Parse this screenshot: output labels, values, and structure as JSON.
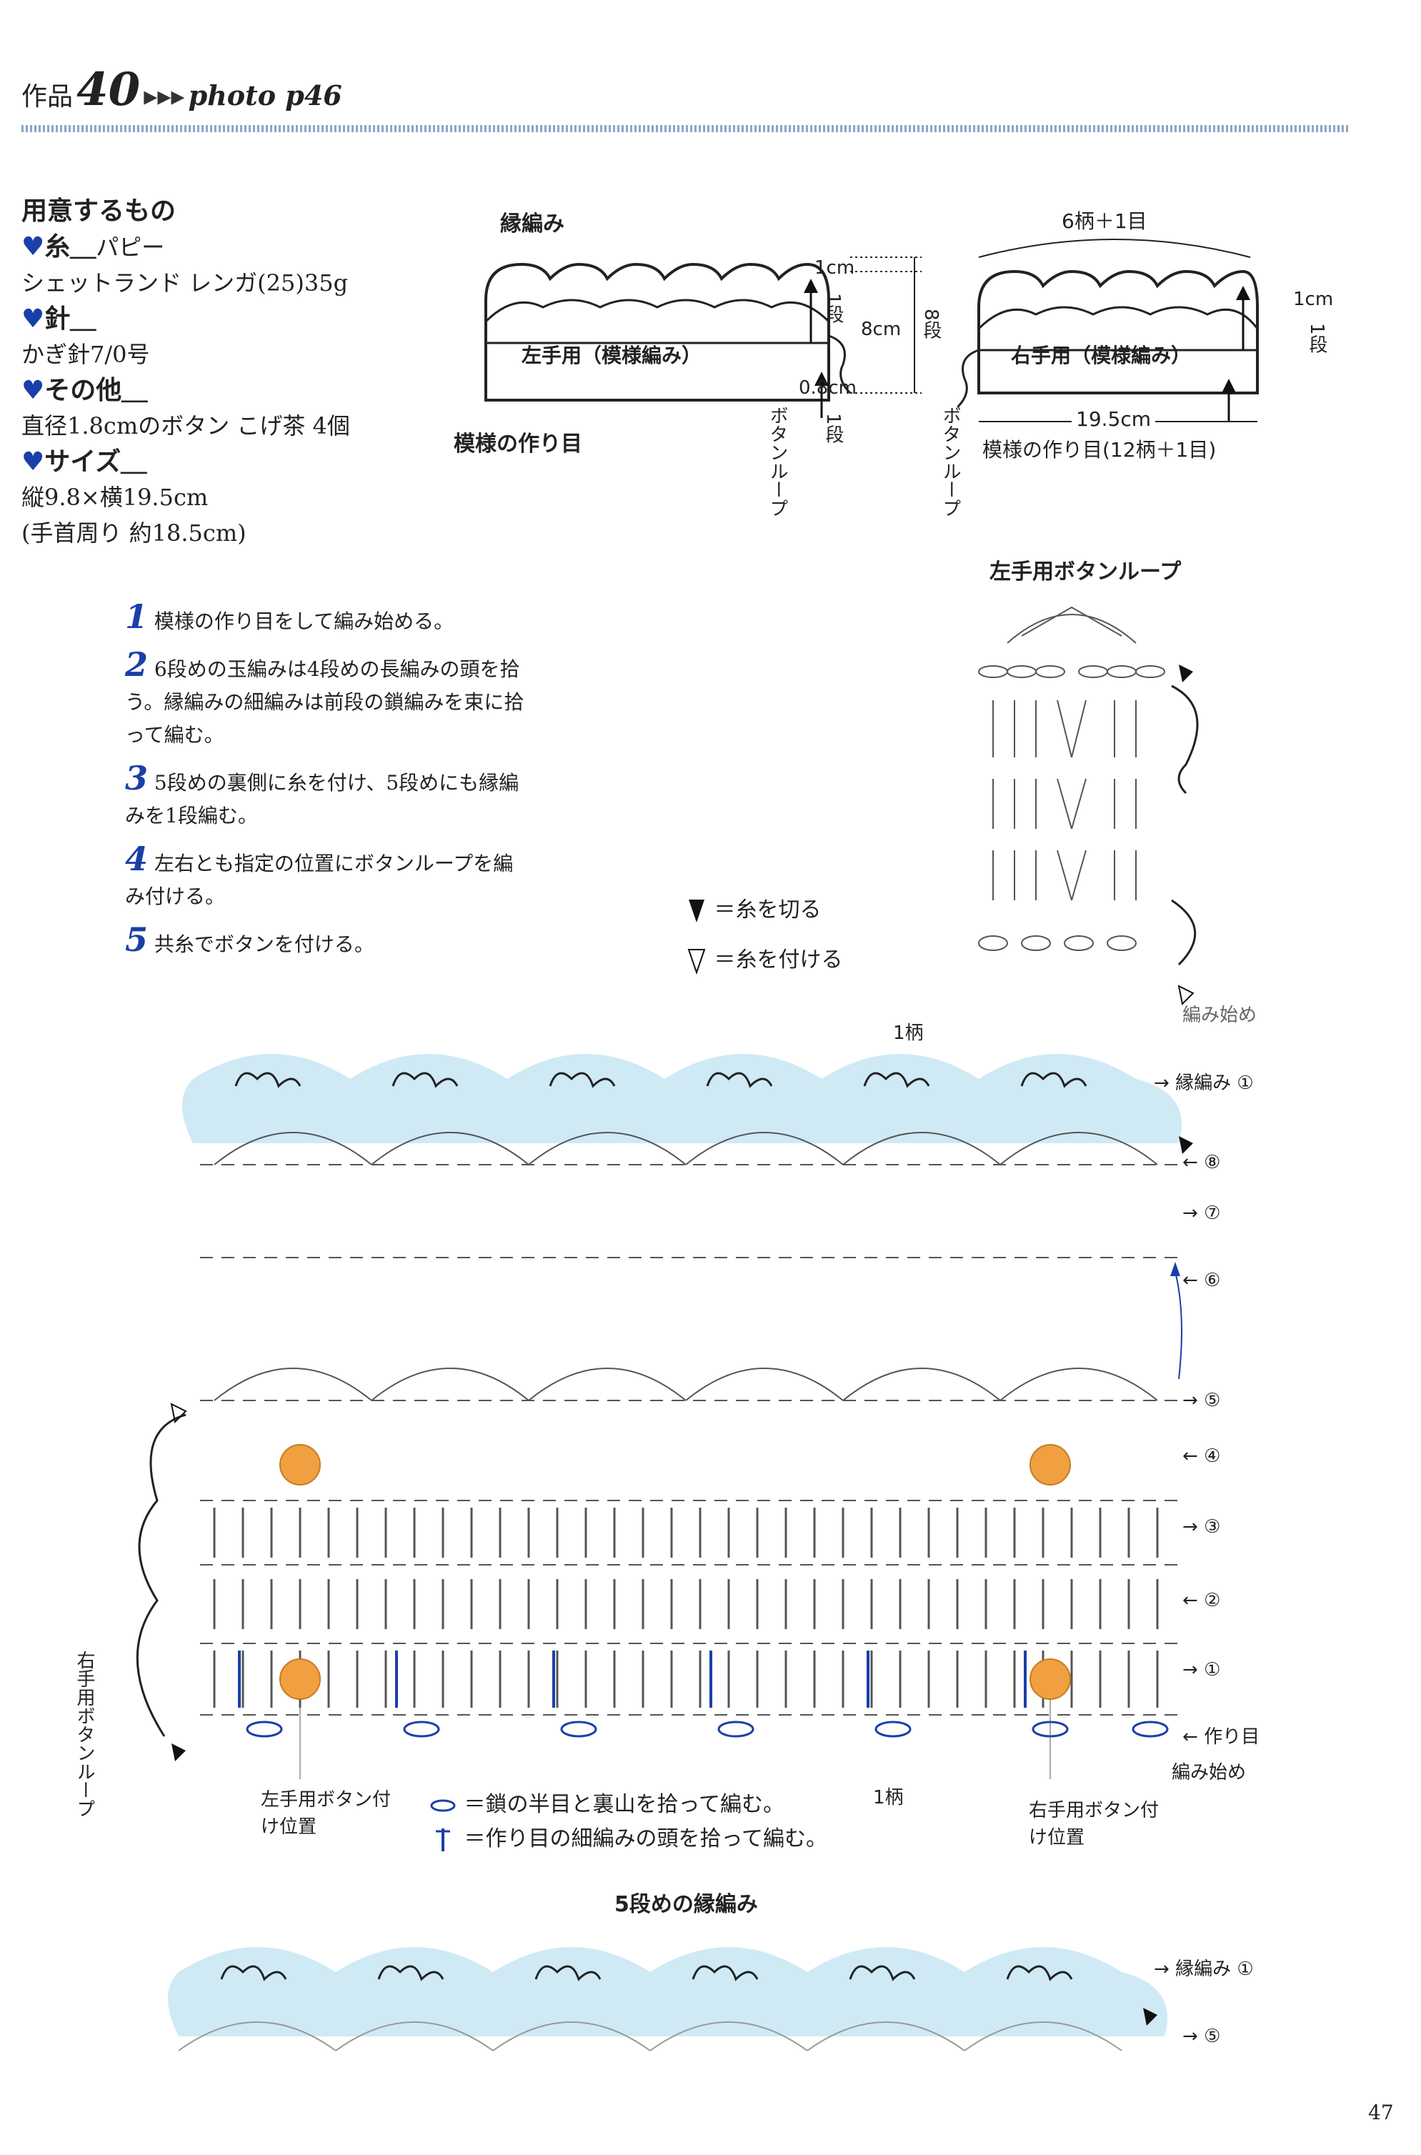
{
  "header": {
    "label": "作品",
    "number": "40",
    "arrows": "▸▸▸",
    "photo": "photo p46"
  },
  "materials": {
    "title": "用意するもの",
    "yarn_head": "糸＿",
    "yarn_brand": "パピー",
    "yarn_desc": "シェットランド レンガ(25)35g",
    "needle_head": "針＿",
    "needle_desc": "かぎ針7/0号",
    "other_head": "その他＿",
    "other_desc": "直径1.8cmのボタン こげ茶 4個",
    "size_head": "サイズ＿",
    "size_desc": "縦9.8×横19.5cm",
    "size_note": "(手首周り 約18.5cm)"
  },
  "steps": [
    {
      "num": "1",
      "text": "模様の作り目をして編み始める。"
    },
    {
      "num": "2",
      "text": "6段めの玉編みは4段めの長編みの頭を拾う。縁編みの細編みは前段の鎖編みを束に拾って編む。"
    },
    {
      "num": "3",
      "text": "5段めの裏側に糸を付け、5段めにも縁編みを1段編む。"
    },
    {
      "num": "4",
      "text": "左右とも指定の位置にボタンループを編み付ける。"
    },
    {
      "num": "5",
      "text": "共糸でボタンを付ける。"
    }
  ],
  "legend": {
    "cut": "＝糸を切る",
    "attach": "＝糸を付ける",
    "chain_note": "＝鎖の半目と裏山を拾って編む。",
    "sc_note": "＝作り目の細編みの頭を拾って編む。"
  },
  "schematic_left": {
    "edge_label": "縁編み",
    "body_label": "左手用（模様編み）",
    "start_label": "模様の作り目",
    "loop_label": "ボタンループ",
    "dim_1cm": "1cm",
    "dim_1dan_a": "1段",
    "dim_8cm": "8cm",
    "dim_8dan": "8段",
    "dim_08cm": "0.8cm",
    "dim_1dan_b": "1段"
  },
  "schematic_right": {
    "top_label": "6柄＋1目",
    "body_label": "右手用（模様編み）",
    "dim_1cm": "1cm",
    "dim_1dan": "1段",
    "width": "19.5cm",
    "start_label": "模様の作り目(12柄＋1目)",
    "loop_label": "ボタンループ"
  },
  "loop_chart": {
    "title": "左手用ボタンループ",
    "start": "編み始め"
  },
  "main_chart": {
    "repeat_top": "1柄",
    "repeat_bottom": "1柄",
    "rows": [
      "縁編み ①",
      "⑧",
      "⑦",
      "⑥",
      "⑤",
      "④",
      "③",
      "②",
      "①",
      "作り目"
    ],
    "start": "編み始め",
    "left_loop": "右手用ボタンループ",
    "btn_left": "左手用ボタン付け位置",
    "btn_right": "右手用ボタン付け位置"
  },
  "edge_chart": {
    "title": "5段めの縁編み",
    "row_edge": "縁編み ①",
    "row_5": "⑤"
  },
  "page_number": "47",
  "colors": {
    "accent_blue": "#1a3fa8",
    "light_blue": "#cfeaf5",
    "button_orange": "#f0a040",
    "stitch_gray": "#555555"
  }
}
